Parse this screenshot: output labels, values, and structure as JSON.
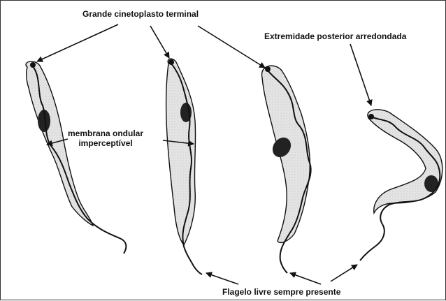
{
  "labels": {
    "kinetoplast": "Grande cinetoplasto terminal",
    "posterior_end": "Extremidade posterior arredondada",
    "membrane_line1": "membrana ondular",
    "membrane_line2": "imperceptível",
    "flagellum": "Flagelo livre sempre presente"
  },
  "colors": {
    "body_fill": "#e4e4e4",
    "outline": "#111111",
    "nucleus": "#222222",
    "background": "#ffffff"
  }
}
